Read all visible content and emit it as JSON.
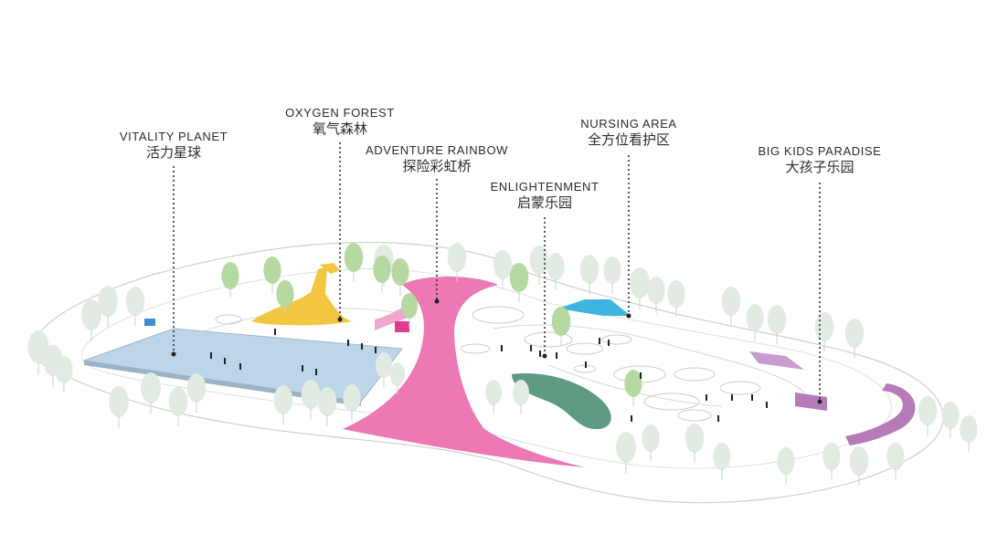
{
  "labels": [
    {
      "id": "vitality-planet",
      "en": "VITALITY PLANET",
      "zh": "活力星球"
    },
    {
      "id": "oxygen-forest",
      "en": "OXYGEN FOREST",
      "zh": "氧气森林"
    },
    {
      "id": "adventure-rainbow",
      "en": "ADVENTURE RAINBOW",
      "zh": "探险彩虹桥"
    },
    {
      "id": "enlightenment",
      "en": "ENLIGHTENMENT",
      "zh": "启蒙乐园"
    },
    {
      "id": "nursing-area",
      "en": "NURSING AREA",
      "zh": "全方位看护区"
    },
    {
      "id": "big-kids-paradise",
      "en": "BIG KIDS PARADISE",
      "zh": "大孩子乐园"
    }
  ],
  "colors": {
    "vitality_planet": "#bcd5e8",
    "oxygen_forest": "#f2c641",
    "adventure_rainbow": "#ea6cae",
    "enlightenment": "#5f9a82",
    "nursing_area": "#3fb4e1",
    "big_kids_paradise": "#b57ab7",
    "trees_grey": "#e2ebe1",
    "trees_green": "#b5d9a0"
  }
}
